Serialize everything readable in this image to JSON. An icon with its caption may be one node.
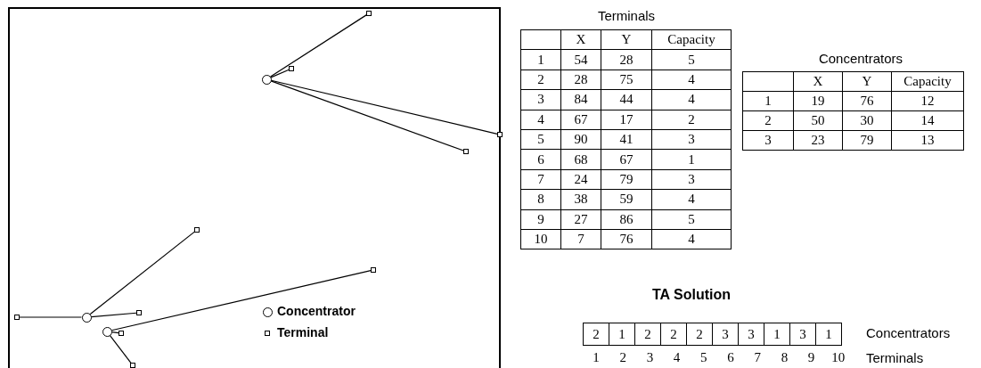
{
  "diagram": {
    "nodes": [
      {
        "text": [],
        "shape": "box"
      },
      {
        "text": [],
        "shape": "circle"
      },
      {
        "text": [],
        "shape": "circle"
      },
      {
        "text": [],
        "shape": "box"
      },
      {
        "text": [],
        "shape": "box"
      },
      {
        "text": [],
        "shape": "box"
      },
      {
        "text": [],
        "shape": "box"
      },
      {
        "text": [],
        "shape": "circle"
      },
      {
        "text": [],
        "shape": "box"
      },
      {
        "text": [],
        "shape": "box"
      },
      {
        "text": [],
        "shape": "box"
      },
      {
        "text": [],
        "shape": "box"
      },
      {
        "text": [],
        "shape": "box"
      }
    ],
    "edges": [
      {
        "from": 1,
        "to": 0,
        "arrow": "none"
      },
      {
        "from": 1,
        "to": 6,
        "arrow": "none"
      },
      {
        "from": 1,
        "to": 5,
        "arrow": "none"
      },
      {
        "from": 2,
        "to": 3,
        "arrow": "none"
      },
      {
        "from": 2,
        "to": 10,
        "arrow": "none"
      },
      {
        "from": 2,
        "to": 4,
        "arrow": "none"
      },
      {
        "from": 7,
        "to": 9,
        "arrow": "none"
      },
      {
        "from": 7,
        "to": 8,
        "arrow": "none"
      },
      {
        "from": 7,
        "to": 12,
        "arrow": "none"
      },
      {
        "from": 7,
        "to": 11,
        "arrow": "none"
      }
    ],
    "labels": [
      "Terminals",
      "X",
      "Y",
      "Capacity",
      "1",
      "54",
      "28",
      "5",
      "2",
      "28",
      "75",
      "4",
      "3",
      "84",
      "44",
      "4",
      "4",
      "67",
      "17",
      "2",
      "5",
      "90",
      "41",
      "3",
      "6",
      "68",
      "67",
      "1",
      "7",
      "24",
      "79",
      "3",
      "8",
      "38",
      "59",
      "4",
      "9",
      "27",
      "86",
      "5",
      "10",
      "7",
      "76",
      "4",
      "Concentrators",
      "X",
      "Y",
      "Capacity",
      "1",
      "19",
      "76",
      "12",
      "2",
      "50",
      "30",
      "14",
      "3",
      "23",
      "79",
      "13",
      "TA Solution",
      "2",
      "1",
      "2",
      "2",
      "2",
      "3",
      "3",
      "1",
      "3",
      "1",
      "Concentrators",
      "1",
      "2",
      "3",
      "4",
      "5",
      "6",
      "7",
      "8",
      "9",
      "10",
      "Terminals"
    ],
    "legend": [
      {
        "text": "Concentrator"
      },
      {
        "text": "Terminal"
      }
    ]
  }
}
